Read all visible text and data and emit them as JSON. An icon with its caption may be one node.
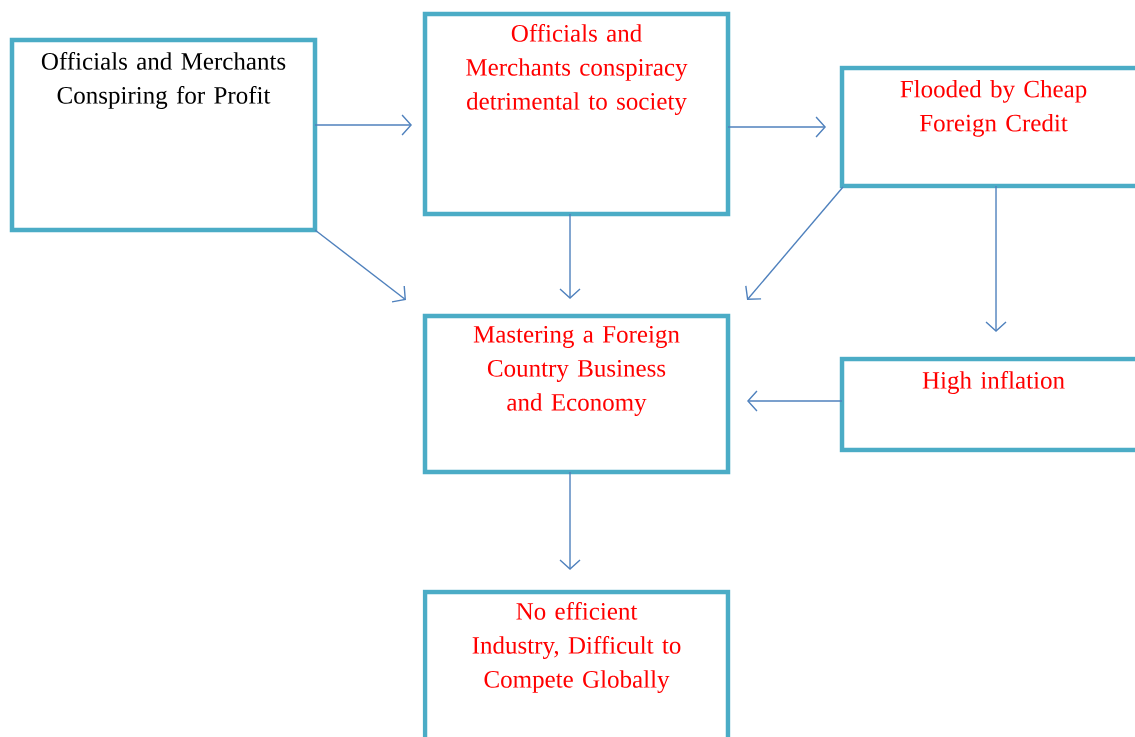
{
  "diagram": {
    "nodes": [
      {
        "text": [
          "Officials and Merchants Conspiring for Profit"
        ]
      },
      {
        "text": [
          "Officials and Merchants conspiracy detrimental to society"
        ]
      },
      {
        "text": [
          "Flooded by Cheap Foreign Credit"
        ]
      },
      {
        "text": [
          "Mastering a Foreign Country Business and Economy"
        ]
      },
      {
        "text": [
          "High inflation"
        ]
      },
      {
        "text": [
          "No efficient Industry, Difficult to Compete Globally"
        ]
      }
    ],
    "edges": [
      {
        "from": 0,
        "to": 1,
        "arrow": "to"
      },
      {
        "from": 1,
        "to": 2,
        "arrow": "to"
      },
      {
        "from": 0,
        "to": 3,
        "arrow": "to"
      },
      {
        "from": 1,
        "to": 3,
        "arrow": "to"
      },
      {
        "from": 2,
        "to": 3,
        "arrow": "to"
      },
      {
        "from": 2,
        "to": 4,
        "arrow": "to"
      },
      {
        "from": 4,
        "to": 3,
        "arrow": "to"
      },
      {
        "from": 3,
        "to": 5,
        "arrow": "to"
      }
    ]
  }
}
